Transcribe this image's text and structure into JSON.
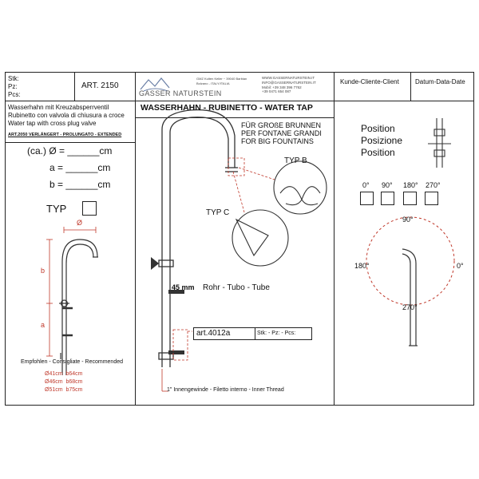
{
  "header": {
    "stk_label": "Stk:",
    "pz_label": "Pz:",
    "pcs_label": "Pcs:",
    "article": "ART. 2150",
    "company_name": "GASSER NATURSTEIN",
    "address_1": "GMZ Kulten Keller ~ 39040 Barbian",
    "address_2": "Bolzano - ITALY/ITALIA",
    "web": "WWW.GASSERNATURSTEIN.IT",
    "email": "INFO@GASSERNATURSTEIN.IT",
    "mobile": "Mobil: +39 348 396 7762",
    "phone": "+39 0471 654 087",
    "client_label": "Kunde-Cliente-Client",
    "date_label": "Datum-Data-Date"
  },
  "left": {
    "desc_1": "Wasserhahn mit Kreuzabsperrventil",
    "desc_2": "Rubinetto con valvola di chiusura a croce",
    "desc_3": "Water tap with cross plug valve",
    "extended_label": "ART.2050 VERLÄNGERT - PROLUNGATO - EXTENDED",
    "ca_label": "(ca.) Ø = ______cm",
    "a_label": "a = ______cm",
    "b_label": "b = ______cm",
    "typ_label": "TYP",
    "dim_diameter": "Ø",
    "dim_a": "a",
    "dim_b": "b",
    "recommended_title": "Empfohlen - Consigliate - Recommended",
    "recommended": [
      {
        "d": "Ø41cm",
        "b": "b64cm"
      },
      {
        "d": "Ø46cm",
        "b": "b68cm"
      },
      {
        "d": "Ø51cm",
        "b": "b75cm"
      }
    ]
  },
  "center": {
    "title": "WASSERHAHN - RUBINETTO - WATER TAP",
    "big_1": "FÜR GROßE BRUNNEN",
    "big_2": "PER FONTANE GRANDI",
    "big_3": "FOR BIG FOUNTAINS",
    "typ_b": "TYP  B",
    "typ_c": "TYP  C",
    "tube_size": "45 mm",
    "tube_label": "Rohr - Tubo - Tube",
    "art_label": "art.4012a",
    "stk_pz_pcs": "Stk: - Pz: - Pcs:",
    "thread": "1\" Innengewinde - Filetto interno - Inner Thread"
  },
  "right": {
    "position_1": "Position",
    "position_2": "Posizione",
    "position_3": "Position",
    "angles": [
      "0°",
      "90°",
      "180°",
      "270°"
    ],
    "dial_90": "90°",
    "dial_180": "180°",
    "dial_0": "0°",
    "dial_270": "270°"
  },
  "colors": {
    "accent_red": "#c0392b",
    "line": "#222222"
  }
}
